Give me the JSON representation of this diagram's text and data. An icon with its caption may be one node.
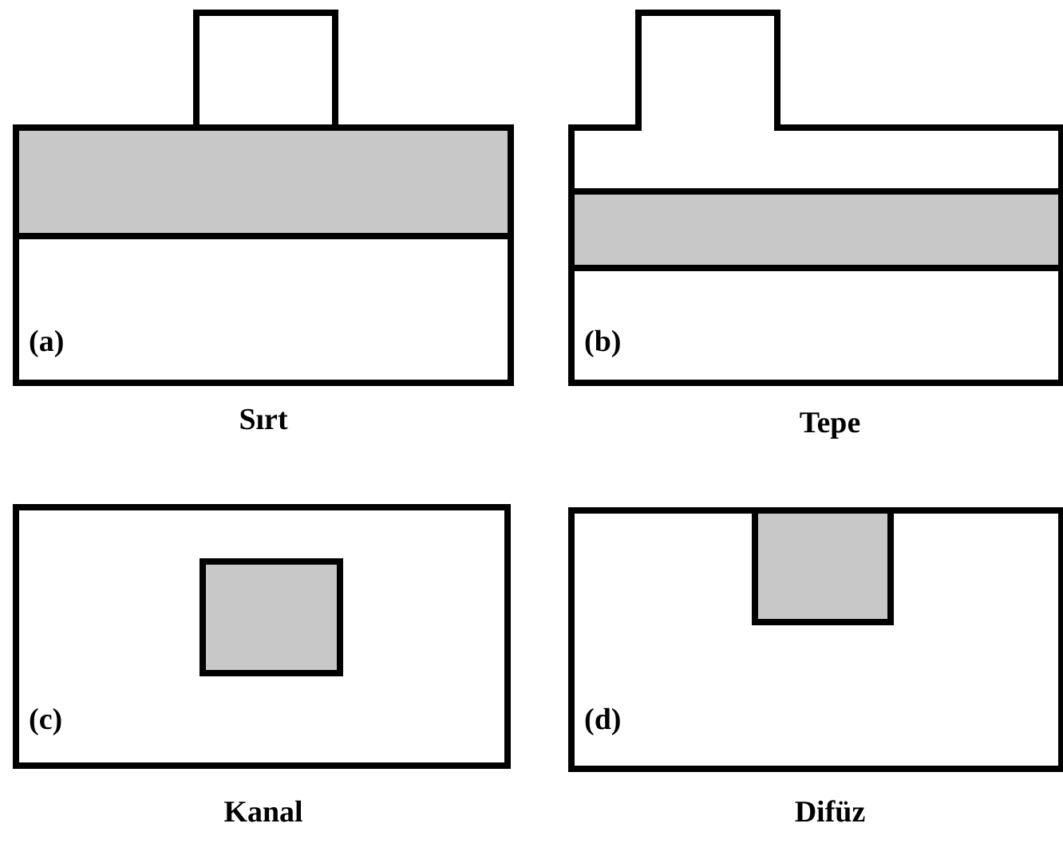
{
  "diagram": {
    "labels": [
      "(a)",
      "(b)",
      "Sırt",
      "Tepe",
      "(c)",
      "(d)",
      "Kanal",
      "Difüz"
    ]
  }
}
